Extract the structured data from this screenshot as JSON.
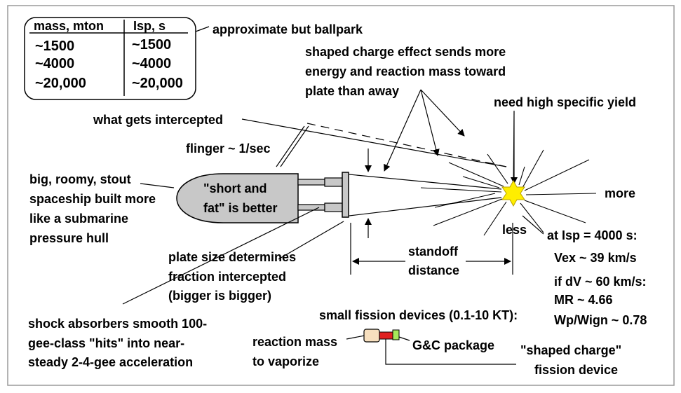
{
  "table": {
    "col1_header": "mass, mton",
    "col2_header": "Isp, s",
    "rows": [
      {
        "mass": "~1500",
        "isp": "~1500"
      },
      {
        "mass": "~4000",
        "isp": "~4000"
      },
      {
        "mass": "~20,000",
        "isp": "~20,000"
      }
    ],
    "note": "approximate but ballpark"
  },
  "labels": {
    "shaped_effect": [
      "shaped charge effect sends more",
      "energy and reaction mass toward",
      "plate than away"
    ],
    "need_yield": "need high specific yield",
    "intercepted": "what gets intercepted",
    "flinger": "flinger ~ 1/sec",
    "spaceship": [
      "big,  roomy,  stout",
      "spaceship built more",
      "like a submarine",
      "pressure hull"
    ],
    "hull_text": [
      "\"short and",
      "fat\" is better"
    ],
    "more": "more",
    "less": "less",
    "plate_size": [
      "plate size determines",
      "fraction intercepted",
      "(bigger is bigger)"
    ],
    "standoff": [
      "standoff",
      "distance"
    ],
    "isp_calc": [
      "at Isp = 4000 s:",
      "Vex ~ 39 km/s",
      "if dV ~ 60 km/s:",
      "MR ~ 4.66",
      "Wp/Wign ~ 0.78"
    ],
    "shock": [
      "shock absorbers smooth 100-",
      "gee-class \"hits\" into near-",
      "steady 2-4-gee acceleration"
    ],
    "fission_devices": "small fission devices (0.1-10 KT):",
    "reaction_mass": [
      "reaction mass",
      "to vaporize"
    ],
    "gc_package": "G&C package",
    "shaped_device": [
      "\"shaped charge\"",
      "fission device"
    ]
  },
  "colors": {
    "hull": "#c8c8c8",
    "star": "#ffee00",
    "reaction_mass": "#f7dfbe",
    "fission_core": "#e02020",
    "gc_package": "#a6e85a",
    "frame": "#9a9a9a"
  }
}
